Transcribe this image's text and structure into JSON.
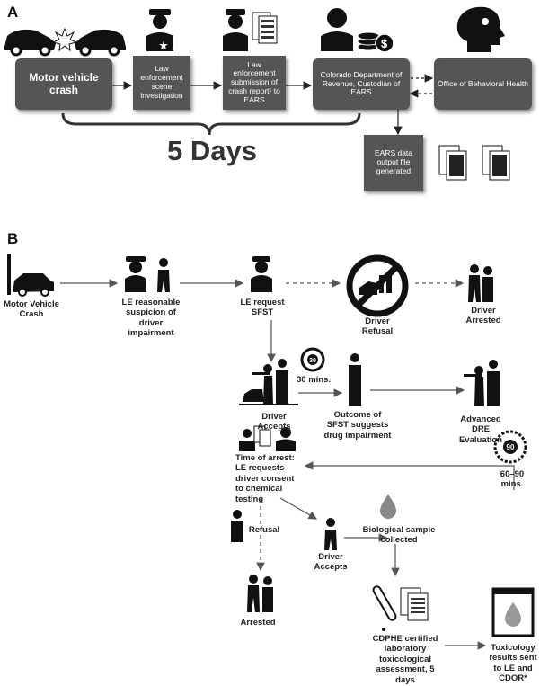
{
  "panel_a": {
    "label": "A",
    "steps": [
      "Motor vehicle crash",
      "Law enforcement scene investigation",
      "Law enforcement submission of crash report¹ to EARS",
      "Colorado Department of Revenue, Custodian of EARS",
      "Office of Behavioral Health"
    ],
    "duration": "5 Days",
    "output": "EARS data output file generated"
  },
  "panel_b": {
    "label": "B",
    "crash": "Motor Vehicle Crash",
    "suspicion": "LE reasonable suspicion of driver impairment",
    "request": "LE request SFST",
    "refusal": "Driver Refusal",
    "arrested_top": "Driver Arrested",
    "accepts": "Driver Accepts",
    "timer1_value": "30",
    "timer1_label": "30 mins.",
    "outcome": "Outcome of SFST suggests drug impairment",
    "dre": "Advanced DRE Evaluation",
    "timer2_value": "90",
    "timer2_label": "60–90 mins.",
    "time_of_arrest": "Time of arrest: LE requests driver consent to chemical testing",
    "refusal2": "Refusal",
    "arrested2": "Arrested",
    "accepts2": "Driver Accepts",
    "sample": "Biological sample collected",
    "lab": "CDPHE certified laboratory toxicological assessment, 5 days",
    "results": "Toxicology results sent to LE and CDOR*"
  }
}
